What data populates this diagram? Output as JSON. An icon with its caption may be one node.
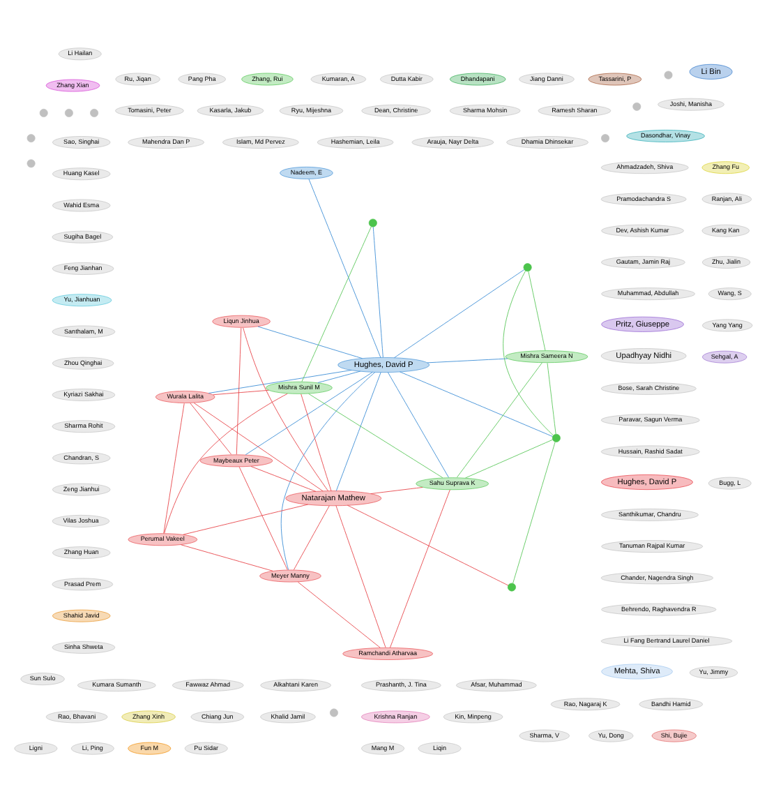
{
  "diagram": {
    "nodes": [
      {
        "text": [
          "Pang Pha"
        ]
      },
      {
        "text": [
          "Sao, Singhai"
        ]
      },
      {
        "text": [
          "Sun Sulo"
        ]
      },
      {
        "text": [
          "Huang Kasel"
        ]
      },
      {
        "text": [
          "Wahid Esma"
        ]
      },
      {
        "text": [
          "Upadhyay Nidhi"
        ]
      },
      {
        "text": [
          "Fawwaz Ahmad"
        ]
      },
      {
        "text": [
          "Mang M"
        ]
      },
      {
        "text": [
          "Ru, Jiqan"
        ]
      },
      {
        "text": [
          "Behrendo, Raghavendra R"
        ]
      },
      {
        "text": [
          "Dhamia Dhinsekar"
        ]
      },
      {
        "text": [
          "Zhang Xian"
        ]
      },
      {
        "text": [
          "Sugiha Bagel"
        ]
      },
      {
        "text": [],
        "shape": "circle"
      },
      {
        "text": [
          "Yu, Jimmy"
        ]
      },
      {
        "text": [],
        "shape": "circle"
      },
      {
        "text": [
          "Feng Jianhan"
        ]
      },
      {
        "text": [
          "Zhang Xinh"
        ]
      },
      {
        "text": [
          "Yu, Jianhuan"
        ]
      },
      {
        "text": [
          "Arauja, Nayr Delta"
        ]
      },
      {
        "text": [
          "Li Fang Bertrand Laurel Daniel"
        ]
      },
      {
        "text": [
          "Liqin"
        ]
      },
      {
        "text": [
          "Li Bin"
        ]
      },
      {
        "text": [
          "Santhalam, M"
        ]
      },
      {
        "text": [
          "Chiang Jun"
        ]
      },
      {
        "text": [
          "Hashemian, Leila"
        ]
      },
      {
        "text": [
          "Santhikumar, Chandru"
        ]
      },
      {
        "text": [],
        "shape": "circle"
      },
      {
        "text": [
          "Islam, Md Pervez"
        ]
      },
      {
        "text": [],
        "shape": "circle"
      },
      {
        "text": [
          "Bugg, L"
        ]
      },
      {
        "text": [
          "Zhou Qinghai"
        ]
      },
      {
        "text": [
          "Wang, S"
        ]
      },
      {
        "text": [
          "Dean, Christine"
        ]
      },
      {
        "text": [
          "Sharma, V"
        ]
      },
      {
        "text": [
          "Kyriazi Sakhai"
        ]
      },
      {
        "text": [
          "Sharma Rohit"
        ]
      },
      {
        "text": [
          "Alkahtani Karen"
        ]
      },
      {
        "text": [
          "Li Hailan"
        ]
      },
      {
        "text": [
          "Yu, Dong"
        ]
      },
      {
        "text": [],
        "shape": "circle"
      },
      {
        "text": [
          "Mahendra Dan P"
        ]
      },
      {
        "text": [
          "Ryu, Mijeshna"
        ]
      },
      {
        "text": [
          "Khalid Jamil"
        ]
      },
      {
        "text": [
          "Shi, Bujie"
        ]
      },
      {
        "text": [
          "Chandran, S"
        ]
      },
      {
        "text": [
          "Tassarini, P"
        ]
      },
      {
        "text": [
          "Zeng Jianhui"
        ]
      },
      {
        "text": [
          "Sehgal, A"
        ]
      },
      {
        "text": [
          "Dasondhar, Vinay"
        ]
      },
      {
        "text": [
          "Gautam, Jamin Raj"
        ]
      },
      {
        "text": [
          "Kasarla, Jakub"
        ]
      },
      {
        "text": [
          "Ramesh Sharan"
        ]
      },
      {
        "text": [
          "Hughes, David P"
        ]
      },
      {
        "text": [
          "Ligni"
        ]
      },
      {
        "text": [
          "Tomasini, Peter"
        ]
      },
      {
        "text": [],
        "shape": "circle"
      },
      {
        "text": [
          "Vilas Joshua"
        ]
      },
      {
        "text": [
          "Joshi, Manisha"
        ]
      },
      {
        "text": [
          "Jiang Danni"
        ]
      },
      {
        "text": [
          "Yang Yang"
        ]
      },
      {
        "text": [
          "Li, Ping"
        ]
      },
      {
        "text": [
          "Fun M"
        ]
      },
      {
        "text": [
          "Dev, Ashish Kumar"
        ]
      },
      {
        "text": [],
        "shape": "circle"
      },
      {
        "text": [
          "Zhu, Jialin"
        ]
      },
      {
        "text": [
          "Dhandapani"
        ]
      },
      {
        "text": [
          "Hussain, Rashid Sadat"
        ]
      },
      {
        "text": [
          "Rao, Nagaraj K"
        ]
      },
      {
        "text": [
          "Bandhi Hamid"
        ]
      },
      {
        "text": [
          "Mehta, Shiva"
        ]
      },
      {
        "text": [
          "Prashanth, J. Tina"
        ]
      },
      {
        "text": [
          "Paravar, Sagun Verma"
        ]
      },
      {
        "text": [
          "Dutta Kabir"
        ]
      },
      {
        "text": [
          "Zhang Huan"
        ]
      },
      {
        "text": [
          "Kumaran, A"
        ]
      },
      {
        "text": [
          "Tanuman Rajpal Kumar"
        ]
      },
      {
        "text": [
          "Kang Kan"
        ]
      },
      {
        "text": [
          "Zhang, Rui"
        ]
      },
      {
        "text": [
          "Bose, Sarah Christine"
        ]
      },
      {
        "text": [
          "Prasad Prem"
        ]
      },
      {
        "text": [
          "Shahid Javid"
        ]
      },
      {
        "text": [
          "Sinha Shweta"
        ]
      },
      {
        "text": [
          "Afsar, Muhammad"
        ]
      },
      {
        "text": [
          "Sharma Mohsin"
        ]
      },
      {
        "text": [
          "Ranjan, Ali"
        ]
      },
      {
        "text": [
          "Kin, Minpeng"
        ]
      },
      {
        "text": [
          "Pritz, Giuseppe"
        ]
      },
      {
        "text": [
          "Muhammad, Abdullah"
        ]
      },
      {
        "text": [
          "Zhang Fu"
        ]
      },
      {
        "text": [
          "Krishna Ranjan"
        ]
      },
      {
        "text": [
          "Pu Sidar"
        ]
      },
      {
        "text": [
          "Rao, Bhavani"
        ]
      },
      {
        "text": [
          "Chander, Nagendra Singh"
        ]
      },
      {
        "text": [
          "Pramodachandra S"
        ]
      },
      {
        "text": [],
        "shape": "circle"
      },
      {
        "text": [
          "Kumara Sumanth"
        ]
      },
      {
        "text": [],
        "shape": "circle"
      },
      {
        "text": [
          "Ahmadzadeh, Shiva"
        ]
      },
      {
        "text": [
          "Nadeem, E"
        ]
      },
      {
        "text": [
          "Hughes, David P"
        ]
      },
      {
        "text": [
          "Natarajan Mathew"
        ]
      },
      {
        "text": [
          "Liqun Jinhua"
        ]
      },
      {
        "text": [
          "Wurala Lalita"
        ]
      },
      {
        "text": [
          "Maybeaux Peter"
        ]
      },
      {
        "text": [
          "Perumal Vakeel"
        ]
      },
      {
        "text": [
          "Meyer Manny"
        ]
      },
      {
        "text": [
          "Ramchandi Atharvaa"
        ]
      },
      {
        "text": [
          "Mishra Sameera N"
        ]
      },
      {
        "text": [
          "Sahu Suprava K"
        ]
      },
      {
        "text": [
          "Mishra Sunil M"
        ]
      },
      {
        "text": [],
        "shape": "circle"
      },
      {
        "text": [],
        "shape": "circle"
      },
      {
        "text": [],
        "shape": "circle"
      },
      {
        "text": [],
        "shape": "circle"
      }
    ],
    "edges": [
      {
        "from": 99,
        "to": 100,
        "arrow": "none",
        "color": "#3f8fd6"
      },
      {
        "from": 100,
        "to": 102,
        "arrow": "none",
        "color": "#3f8fd6"
      },
      {
        "from": 100,
        "to": 103,
        "arrow": "none",
        "color": "#3f8fd6"
      },
      {
        "from": 100,
        "to": 104,
        "arrow": "none",
        "color": "#3f8fd6"
      },
      {
        "from": 100,
        "to": 106,
        "arrow": "none",
        "color": "#3f8fd6"
      },
      {
        "from": 100,
        "to": 101,
        "arrow": "none",
        "color": "#3f8fd6"
      },
      {
        "from": 100,
        "to": 108,
        "arrow": "none",
        "color": "#3f8fd6"
      },
      {
        "from": 100,
        "to": 109,
        "arrow": "none",
        "color": "#3f8fd6"
      },
      {
        "from": 100,
        "to": 110,
        "arrow": "none",
        "color": "#3f8fd6"
      },
      {
        "from": 100,
        "to": 111,
        "arrow": "none",
        "color": "#3f8fd6"
      },
      {
        "from": 100,
        "to": 112,
        "arrow": "none",
        "color": "#3f8fd6"
      },
      {
        "from": 100,
        "to": 113,
        "arrow": "none",
        "color": "#3f8fd6"
      },
      {
        "from": 101,
        "to": 102,
        "arrow": "none",
        "color": "#e8474b"
      },
      {
        "from": 101,
        "to": 103,
        "arrow": "none",
        "color": "#e8474b"
      },
      {
        "from": 101,
        "to": 104,
        "arrow": "none",
        "color": "#e8474b"
      },
      {
        "from": 101,
        "to": 105,
        "arrow": "none",
        "color": "#e8474b"
      },
      {
        "from": 101,
        "to": 106,
        "arrow": "none",
        "color": "#e8474b"
      },
      {
        "from": 101,
        "to": 107,
        "arrow": "none",
        "color": "#e8474b"
      },
      {
        "from": 101,
        "to": 109,
        "arrow": "none",
        "color": "#e8474b"
      },
      {
        "from": 101,
        "to": 110,
        "arrow": "none",
        "color": "#e8474b"
      },
      {
        "from": 101,
        "to": 114,
        "arrow": "none",
        "color": "#e8474b"
      },
      {
        "from": 102,
        "to": 104,
        "arrow": "none",
        "color": "#e8474b"
      },
      {
        "from": 103,
        "to": 104,
        "arrow": "none",
        "color": "#e8474b"
      },
      {
        "from": 103,
        "to": 105,
        "arrow": "none",
        "color": "#e8474b"
      },
      {
        "from": 104,
        "to": 106,
        "arrow": "none",
        "color": "#e8474b"
      },
      {
        "from": 105,
        "to": 106,
        "arrow": "none",
        "color": "#e8474b"
      },
      {
        "from": 106,
        "to": 107,
        "arrow": "none",
        "color": "#e8474b"
      },
      {
        "from": 103,
        "to": 110,
        "arrow": "none",
        "color": "#e8474b"
      },
      {
        "from": 105,
        "to": 110,
        "arrow": "none",
        "color": "#e8474b"
      },
      {
        "from": 107,
        "to": 109,
        "arrow": "none",
        "color": "#e8474b"
      },
      {
        "from": 108,
        "to": 111,
        "arrow": "none",
        "color": "#5cc85c"
      },
      {
        "from": 108,
        "to": 109,
        "arrow": "none",
        "color": "#5cc85c"
      },
      {
        "from": 109,
        "to": 112,
        "arrow": "none",
        "color": "#5cc85c"
      },
      {
        "from": 109,
        "to": 110,
        "arrow": "none",
        "color": "#5cc85c"
      },
      {
        "from": 110,
        "to": 113,
        "arrow": "none",
        "color": "#5cc85c"
      },
      {
        "from": 111,
        "to": 112,
        "arrow": "none",
        "color": "#5cc85c"
      },
      {
        "from": 112,
        "to": 114,
        "arrow": "none",
        "color": "#5cc85c"
      },
      {
        "from": 108,
        "to": 112,
        "arrow": "none",
        "color": "#5cc85c"
      }
    ]
  }
}
